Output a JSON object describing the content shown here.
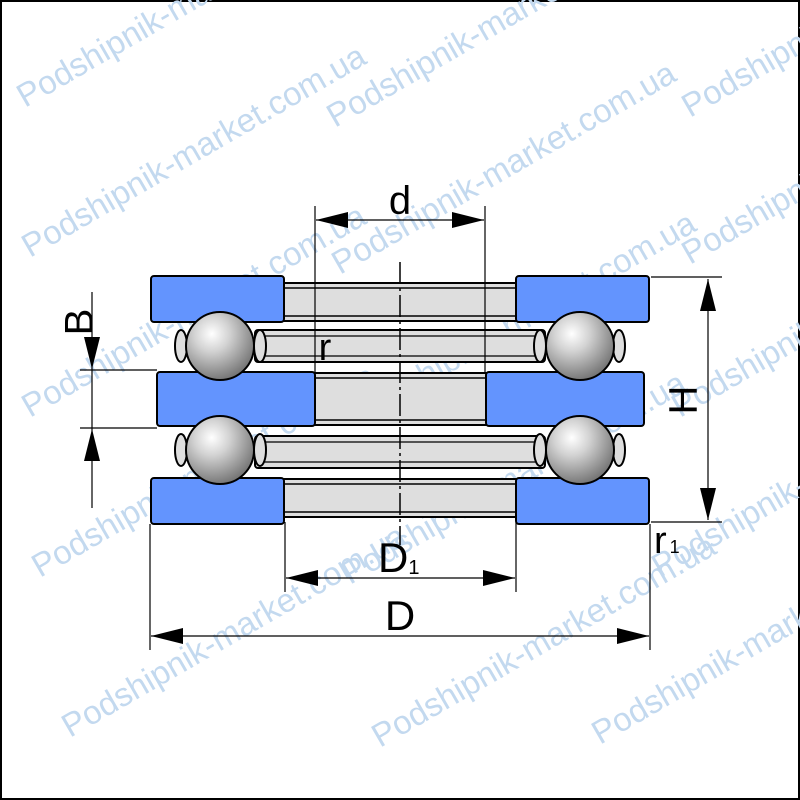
{
  "watermark": {
    "text": "Podshipnik-market.com.ua",
    "color": "#c3d9ef"
  },
  "labels": {
    "d": "d",
    "B": "B",
    "r": "r",
    "H": "H",
    "D1_main": "D",
    "D1_sub": "1",
    "r1_main": "r",
    "r1_sub": "1",
    "D": "D"
  },
  "colors": {
    "ring": "#6394fe",
    "ball": "#a8a8a8",
    "sleeve": "#dedede",
    "outline": "#000000",
    "frame": "#000000",
    "background": "#ffffff"
  },
  "icons": {
    "dimension-arrow": "filled-triangle",
    "ball": "shaded-sphere"
  }
}
